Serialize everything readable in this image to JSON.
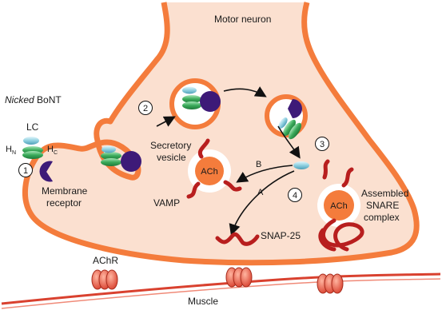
{
  "labels": {
    "motor_neuron": "Motor neuron",
    "toxin_prefix": "Nicked",
    "toxin_suffix": " BoNT",
    "lc": "LC",
    "hn_base": "H",
    "hn_sub": "N",
    "hc_base": "H",
    "hc_sub": "C",
    "membrane_receptor_line1": "Membrane",
    "membrane_receptor_line2": "receptor",
    "secretory_vesicle_line1": "Secretory",
    "secretory_vesicle_line2": "vesicle",
    "ach_vesicle": "ACh",
    "ach_complex": "ACh",
    "vamp": "VAMP",
    "snap25": "SNAP-25",
    "assembled_line1": "Assembled",
    "assembled_line2": "SNARE",
    "assembled_line3": "complex",
    "achr": "AChR",
    "muscle": "Muscle",
    "arrow_a": "A",
    "arrow_b": "B"
  },
  "steps": [
    "1",
    "2",
    "3",
    "4"
  ],
  "colors": {
    "neuron_fill": "#fbe0d0",
    "neuron_outline": "#f47c3c",
    "ach_orange": "#f47c3c",
    "receptor_purple": "#3d1a78",
    "toxin_blue": "#8fd0e0",
    "toxin_green": "#3aaa5a",
    "snare_red": "#b81e1e",
    "muscle_line": "#d9412f",
    "achr_red": "#e2553f"
  }
}
